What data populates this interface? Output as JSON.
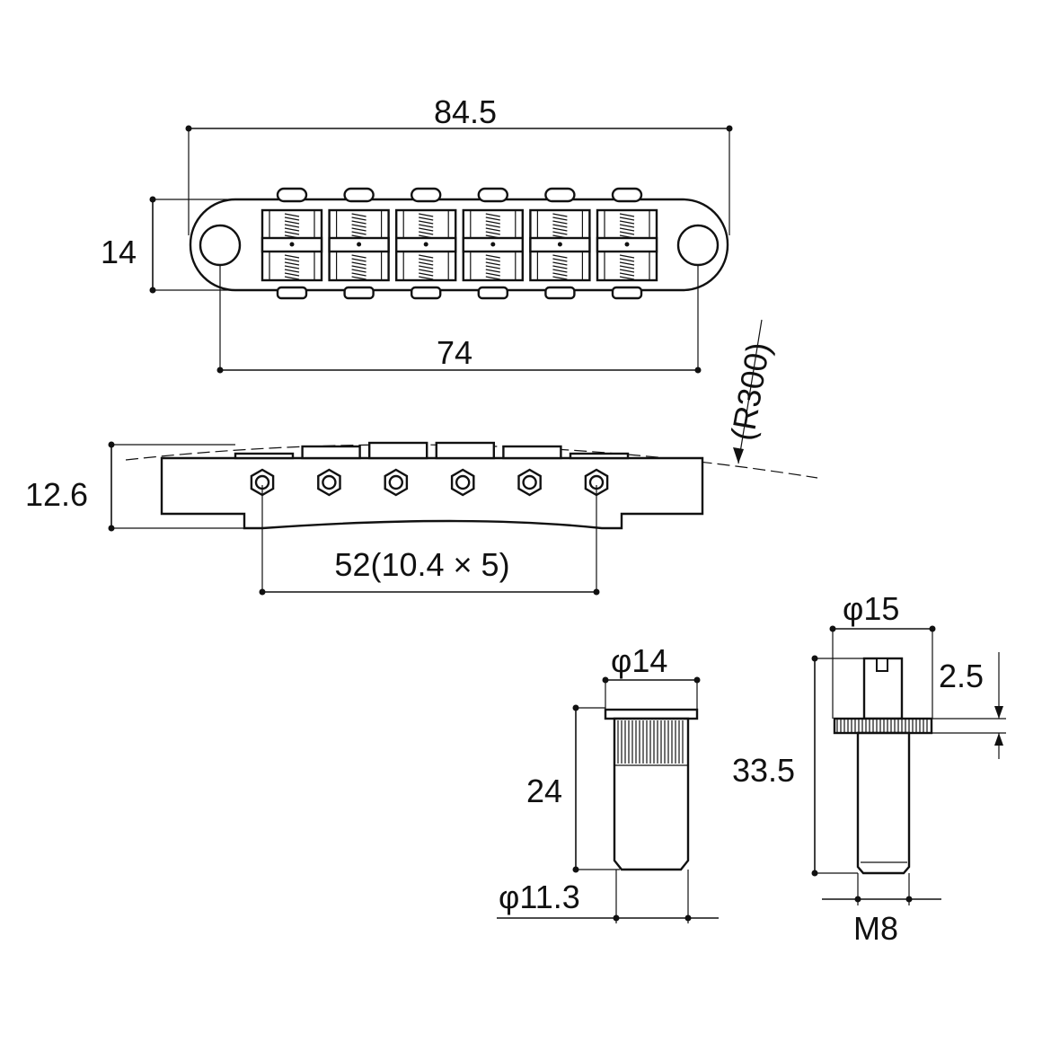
{
  "drawing": {
    "type": "technical-drawing",
    "subject": "tune-o-matic style guitar bridge with studs and anchors",
    "views": [
      "top-view",
      "side-view",
      "anchor-bushing",
      "stud-bolt"
    ]
  },
  "dimensions": {
    "overall_length": "84.5",
    "stud_spacing": "74",
    "body_width": "14",
    "height": "12.6",
    "radius": "(R300)",
    "string_spacing": "52(10.4 × 5)",
    "anchor_flange_dia": "φ14",
    "anchor_length": "24",
    "anchor_body_dia": "φ11.3",
    "stud_wheel_dia": "φ15",
    "stud_length": "33.5",
    "wheel_thickness": "2.5",
    "stud_thread": "M8"
  },
  "saddle_count": 6
}
